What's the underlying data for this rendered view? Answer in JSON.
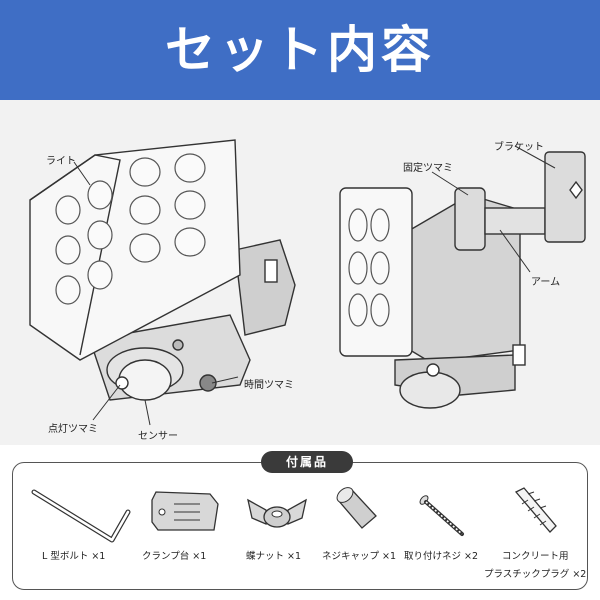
{
  "header": {
    "title": "セット内容"
  },
  "diagram": {
    "labels": {
      "light": "ライト",
      "dial_lighting": "点灯ツマミ",
      "sensor": "センサー",
      "dial_time": "時間ツマミ",
      "dial_fix": "固定ツマミ",
      "bracket": "ブラケット",
      "arm": "アーム"
    }
  },
  "accessories": {
    "title": "付属品",
    "items": [
      {
        "label": "L 型ボルト ×1",
        "icon": "l-bolt-icon"
      },
      {
        "label": "クランプ台 ×1",
        "icon": "clamp-base-icon"
      },
      {
        "label": "蝶ナット ×1",
        "icon": "wing-nut-icon"
      },
      {
        "label": "ネジキャップ ×1",
        "icon": "screw-cap-icon"
      },
      {
        "label": "取り付けネジ ×2",
        "icon": "mounting-screw-icon"
      },
      {
        "label": "コンクリート用",
        "label2": "プラスチックプラグ ×2",
        "icon": "plastic-plug-icon"
      }
    ]
  },
  "colors": {
    "header_bg": "#3f6ec5",
    "badge_bg": "#3a3a3a"
  }
}
